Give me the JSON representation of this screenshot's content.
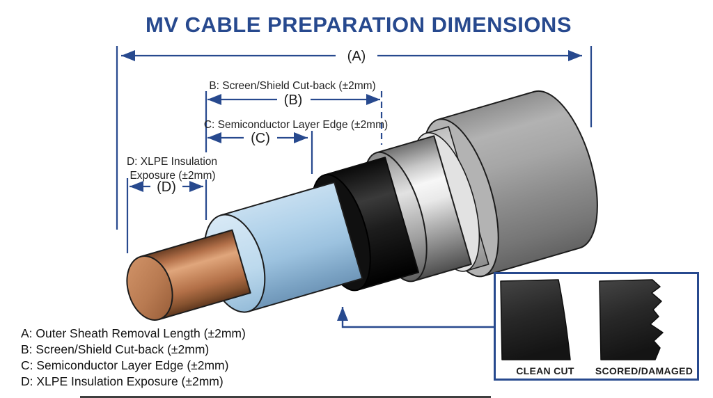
{
  "title": "MV CABLE PREPARATION DIMENSIONS",
  "dims": {
    "a": {
      "callout": "(A)"
    },
    "b": {
      "callout": "(B)",
      "label": "B: Screen/Shield Cut-back (±2mm)"
    },
    "c": {
      "callout": "(C)",
      "label": "C: Semiconductor Layer Edge (±2mm)"
    },
    "d": {
      "callout": "(D)",
      "label_line1": "D: XLPE Insulation",
      "label_line2": "Exposure (±2mm)"
    }
  },
  "legend": {
    "a": "A: Outer Sheath Removal Length (±2mm)",
    "b": "B: Screen/Shield Cut-back (±2mm)",
    "c": "C: Semiconductor Layer Edge (±2mm)",
    "d": "D: XLPE Insulation Exposure (±2mm)"
  },
  "inset": {
    "clean_cut_label": "CLEAN CUT",
    "scored_label": "SCORED/DAMAGED"
  },
  "colors": {
    "accent_navy": "#27498e",
    "text_dark": "#1c1c1c",
    "copper": "#b97a52",
    "xlpe_blue": "#a9cde7",
    "semicon_black": "#1b1b1b",
    "screen_silver": "#d9d9d9",
    "sheath_gray": "#8f8f8f"
  }
}
